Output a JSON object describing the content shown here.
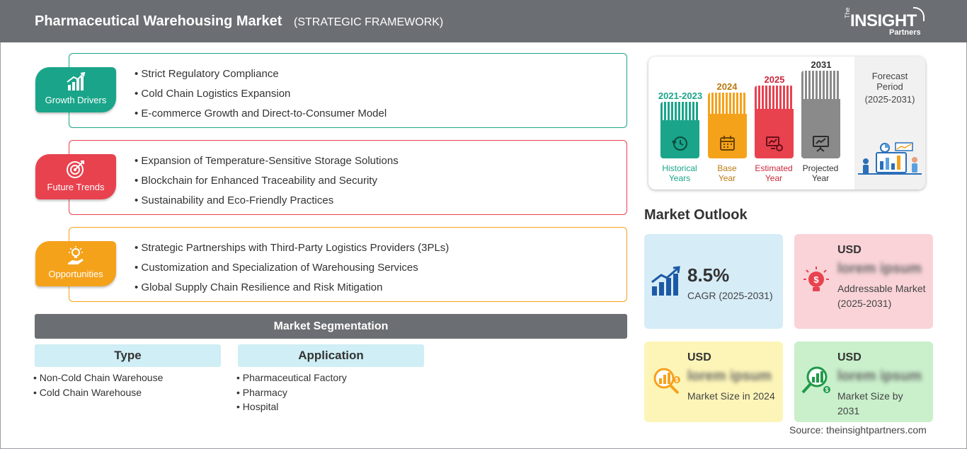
{
  "header": {
    "title": "Pharmaceutical Warehousing Market",
    "subtitle": "(STRATEGIC FRAMEWORK)",
    "logo": {
      "the": "The",
      "insight": "INSIGHT",
      "partners": "Partners"
    }
  },
  "framework": {
    "growth_drivers": {
      "label": "Growth Drivers",
      "color": "#1aa58a",
      "items": [
        "Strict Regulatory Compliance",
        "Cold Chain Logistics Expansion",
        "E-commerce Growth and Direct-to-Consumer Model"
      ]
    },
    "future_trends": {
      "label": "Future Trends",
      "color": "#e8424f",
      "items": [
        "Expansion of Temperature-Sensitive Storage Solutions",
        "Blockchain for Enhanced Traceability and Security",
        "Sustainability and Eco-Friendly Practices"
      ]
    },
    "opportunities": {
      "label": "Opportunities",
      "color": "#f5a21b",
      "items": [
        "Strategic Partnerships with Third-Party Logistics Providers (3PLs)",
        "Customization and Specialization of Warehousing Services",
        "Global Supply Chain Resilience and Risk Mitigation"
      ]
    }
  },
  "segmentation": {
    "title": "Market Segmentation",
    "type": {
      "label": "Type",
      "items": [
        "Non-Cold Chain Warehouse",
        "Cold Chain Warehouse"
      ]
    },
    "application": {
      "label": "Application",
      "items": [
        "Pharmaceutical Factory",
        "Pharmacy",
        "Hospital"
      ]
    }
  },
  "timeline": {
    "historical": {
      "year": "2021-2023",
      "label_1": "Historical",
      "label_2": "Years",
      "color": "#1aa58a"
    },
    "base": {
      "year": "2024",
      "label_1": "Base",
      "label_2": "Year",
      "color": "#f5a21b"
    },
    "estimated": {
      "year": "2025",
      "label_1": "Estimated",
      "label_2": "Year",
      "color": "#e8424f"
    },
    "projected": {
      "year": "2031",
      "label_1": "Projected",
      "label_2": "Year",
      "color": "#8a8a8a"
    },
    "forecast": {
      "line_1": "Forecast",
      "line_2": "Period",
      "line_3": "(2025-2031)"
    }
  },
  "outlook": {
    "title": "Market Outlook",
    "cagr": {
      "value": "8.5%",
      "label": "CAGR (2025-2031)",
      "bg": "#d6ecf7"
    },
    "addressable": {
      "currency": "USD",
      "value": "lorem ipsum",
      "label": "Addressable Market (2025-2031)",
      "bg": "#f9d3d8"
    },
    "size_2024": {
      "currency": "USD",
      "value": "lorem ipsum",
      "label": "Market Size in 2024",
      "bg": "#fdf5b8"
    },
    "size_2031": {
      "currency": "USD",
      "value": "lorem ipsum",
      "label": "Market Size by 2031",
      "bg": "#c9efcb"
    }
  },
  "source": "Source: theinsightpartners.com"
}
